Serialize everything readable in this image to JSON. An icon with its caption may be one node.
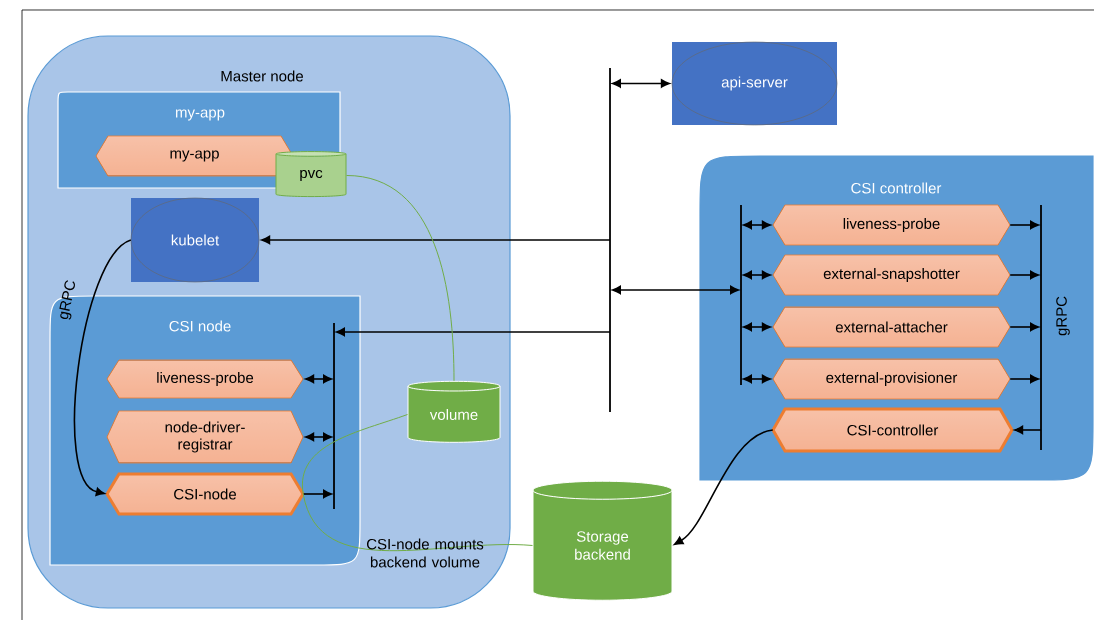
{
  "diagram": {
    "nodes": [
      {
        "text": [
          "Master node"
        ]
      },
      {
        "text": [
          "my-app"
        ],
        "in": 0
      },
      {
        "text": [
          "my-app"
        ],
        "in": 1
      },
      {
        "text": [
          "pvc"
        ],
        "in": 0
      },
      {
        "text": [
          "kubelet"
        ],
        "in": 0
      },
      {
        "text": [
          "CSI node"
        ],
        "in": 0
      },
      {
        "text": [
          "liveness-probe"
        ],
        "in": 5
      },
      {
        "text": [
          "node-driver-registrar"
        ],
        "in": 5
      },
      {
        "text": [
          "CSI-node"
        ],
        "in": 5
      },
      {
        "text": [],
        "shape": "bar",
        "in": 5
      },
      {
        "text": [
          "volume"
        ],
        "in": 0
      },
      {
        "text": [
          "Storage backend"
        ]
      },
      {
        "text": [],
        "shape": "bar"
      },
      {
        "text": [
          "api-server"
        ]
      },
      {
        "text": [
          "CSI controller"
        ]
      },
      {
        "text": [],
        "shape": "bar",
        "in": 14
      },
      {
        "text": [
          "liveness-probe"
        ],
        "in": 14
      },
      {
        "text": [
          "external-snapshotter"
        ],
        "in": 14
      },
      {
        "text": [
          "external-attacher"
        ],
        "in": 14
      },
      {
        "text": [
          "external-provisioner"
        ],
        "in": 14
      },
      {
        "text": [
          "CSI-controller"
        ],
        "in": 14
      },
      {
        "text": [],
        "shape": "bar",
        "in": 14
      }
    ],
    "edges": [
      {
        "from": 12,
        "to": 13,
        "arrow": "both"
      },
      {
        "from": 12,
        "to": 4,
        "arrow": "to"
      },
      {
        "from": 12,
        "to": 15,
        "arrow": "both"
      },
      {
        "from": 12,
        "to": 9,
        "arrow": "to"
      },
      {
        "from": 9,
        "to": 6,
        "arrow": "both"
      },
      {
        "from": 9,
        "to": 7,
        "arrow": "both"
      },
      {
        "from": 8,
        "to": 9,
        "arrow": "to"
      },
      {
        "from": 4,
        "to": 8,
        "arrow": "to",
        "label": "gRPC"
      },
      {
        "from": 15,
        "to": 16,
        "arrow": "both"
      },
      {
        "from": 15,
        "to": 17,
        "arrow": "both"
      },
      {
        "from": 15,
        "to": 18,
        "arrow": "both"
      },
      {
        "from": 15,
        "to": 19,
        "arrow": "both"
      },
      {
        "from": 16,
        "to": 21,
        "arrow": "to"
      },
      {
        "from": 17,
        "to": 21,
        "arrow": "to"
      },
      {
        "from": 18,
        "to": 21,
        "arrow": "to"
      },
      {
        "from": 19,
        "to": 21,
        "arrow": "to"
      },
      {
        "from": 21,
        "to": 20,
        "arrow": "to"
      },
      {
        "from": 20,
        "to": 11,
        "arrow": "to"
      },
      {
        "from": 3,
        "to": 10,
        "arrow": "none",
        "color": "#70ad47"
      },
      {
        "from": 10,
        "to": 8,
        "arrow": "none",
        "color": "#70ad47"
      },
      {
        "from": 8,
        "to": 11,
        "arrow": "none",
        "color": "#70ad47"
      }
    ],
    "labels": [
      "CSI-node mounts backend volume",
      "gRPC"
    ]
  }
}
